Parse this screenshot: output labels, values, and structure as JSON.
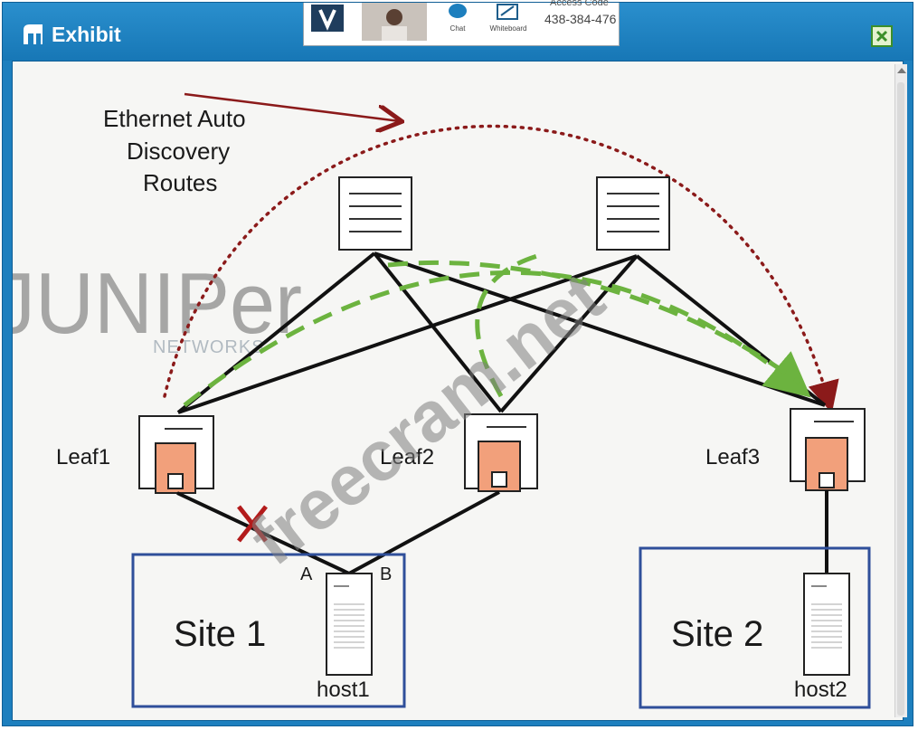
{
  "window": {
    "title": "Exhibit"
  },
  "meeting": {
    "chat_label": "Chat",
    "whiteboard_label": "Whiteboard",
    "access_label": "Access Code",
    "access_code": "438-384-476"
  },
  "diagram": {
    "annotation_lines": [
      "Ethernet Auto",
      "Discovery",
      "Routes"
    ],
    "leaves": [
      "Leaf1",
      "Leaf2",
      "Leaf3"
    ],
    "sites": [
      "Site 1",
      "Site 2"
    ],
    "hosts": [
      "host1",
      "host2"
    ],
    "link_labels": {
      "a": "A",
      "b": "B"
    }
  },
  "watermarks": {
    "brand": "JUNIPer",
    "brand_sub": "NETWORKS",
    "site": "freecram.net"
  },
  "colors": {
    "titlebar": "#1d7fbe",
    "dotted_route": "#8b1a1a",
    "green_route": "#6cb33f",
    "leaf_port": "#f2a07b",
    "site_border": "#2f4f9a"
  }
}
